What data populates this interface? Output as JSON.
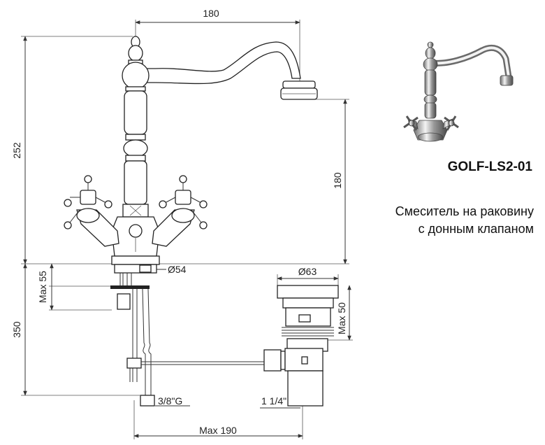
{
  "product": {
    "model": "GOLF-LS2-01",
    "description_line1": "Смеситель на раковину",
    "description_line2": "с донным клапаном"
  },
  "dimensions": {
    "spout_reach": "180",
    "total_height": "252",
    "spout_height": "180",
    "base_diameter": "Ø54",
    "max_countertop": "Max 55",
    "hose_length": "350",
    "drain_diameter": "Ø63",
    "drain_max_height": "Max 50",
    "hose_thread": "3/8\"G",
    "drain_thread": "1 1/4\"",
    "max_rod_distance": "Max 190"
  }
}
